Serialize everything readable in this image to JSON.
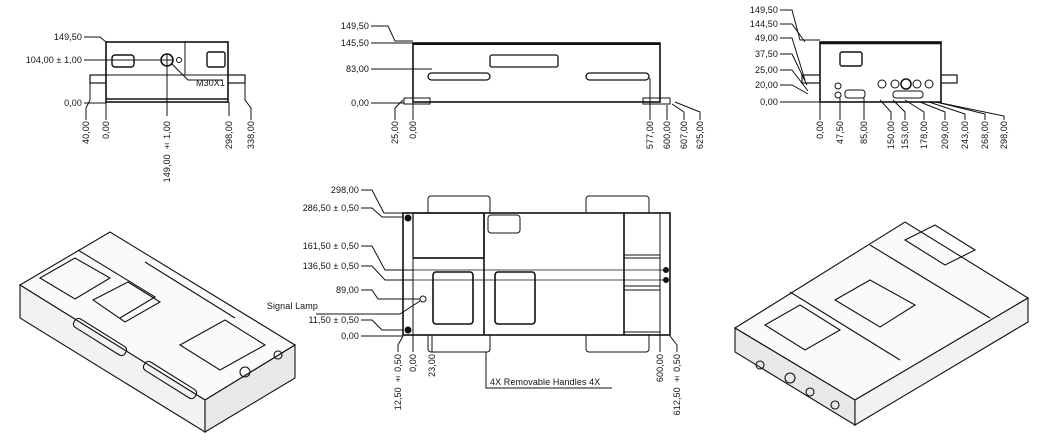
{
  "views": [
    {
      "name": "front-view",
      "left_labels": [
        "149,50",
        "104,00 ± 1,00",
        "0,00"
      ],
      "bottom_labels": [
        "40,00",
        "0,00",
        "149,00 ± 1,00",
        "298,00",
        "338,00"
      ],
      "callouts": [
        "M30X1"
      ]
    },
    {
      "name": "side-view",
      "left_labels": [
        "149,50",
        "145,50",
        "83,00",
        "0,00"
      ],
      "bottom_labels": [
        "25,00",
        "0,00",
        "577,00",
        "600,00",
        "607,00",
        "625,00"
      ],
      "callouts": []
    },
    {
      "name": "rear-view",
      "left_labels": [
        "149,50",
        "144,50",
        "49,00",
        "37,50",
        "25,00",
        "20,00",
        "0,00"
      ],
      "bottom_labels": [
        "0,00",
        "47,50",
        "85,00",
        "150,00",
        "153,00",
        "178,00",
        "209,00",
        "243,00",
        "268,00",
        "298,00"
      ],
      "callouts": []
    },
    {
      "name": "top-view",
      "left_labels": [
        "298,00",
        "286,50 ± 0,50",
        "161,50 ± 0,50",
        "136,50 ± 0,50",
        "89,00",
        "Signal Lamp",
        "11,50 ± 0,50",
        "0,00"
      ],
      "bottom_labels": [
        "12,50 ± 0,50",
        "0,00",
        "23,00",
        "600,00",
        "612,50 ± 0,50"
      ],
      "callouts": [
        "4X Removable Handles 4X"
      ]
    }
  ]
}
